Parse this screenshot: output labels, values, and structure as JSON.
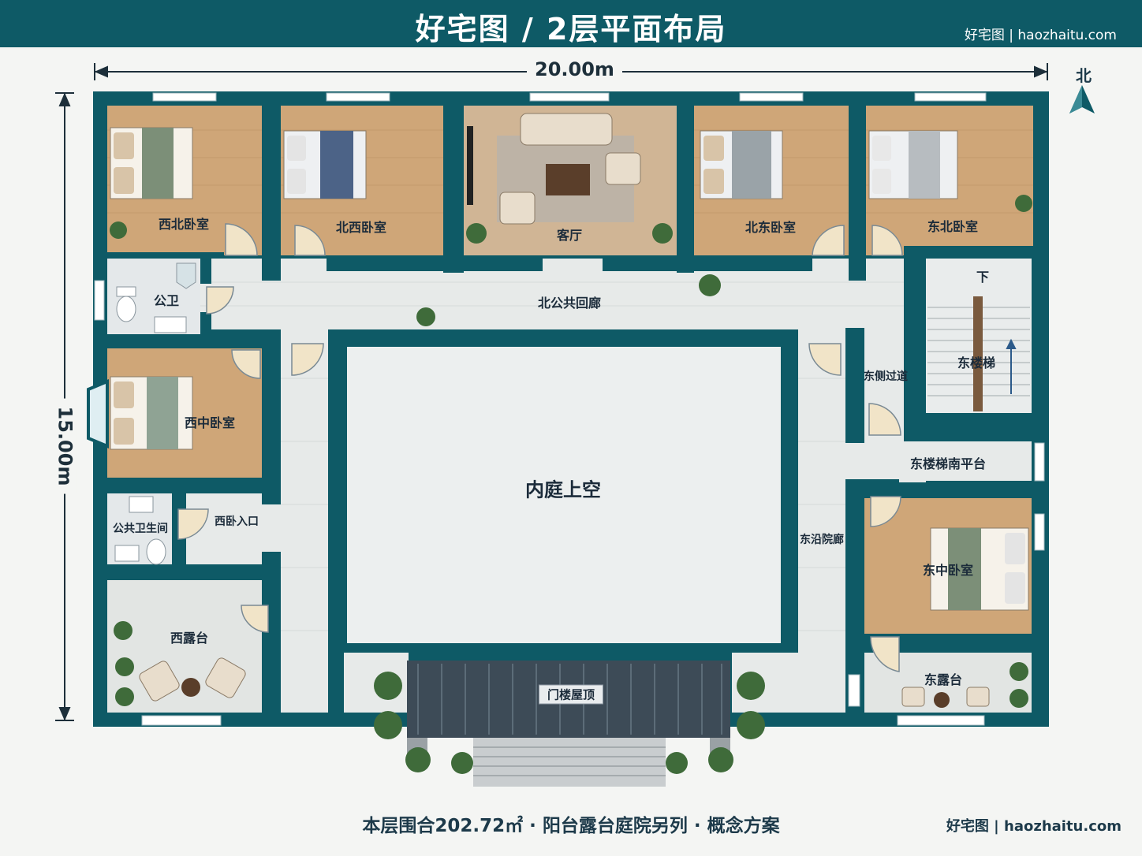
{
  "header": {
    "title": "好宅图 / 2层平面布局",
    "brand": "好宅图 | haozhaitu.com"
  },
  "dimensions": {
    "width": "20.00m",
    "depth": "15.00m"
  },
  "compass": {
    "label": "北"
  },
  "rooms": {
    "nw_bedroom": "西北卧室",
    "n_west_bedroom": "北西卧室",
    "living": "客厅",
    "n_east_bedroom": "北东卧室",
    "ne_bedroom": "东北卧室",
    "public_wc": "公卫",
    "north_corridor": "北公共回廊",
    "stair_down": "下",
    "east_stair": "东楼梯",
    "east_passage": "东侧过道",
    "west_mid_bedroom": "西中卧室",
    "stair_south_platform": "东楼梯南平台",
    "courtyard_void": "内庭上空",
    "public_bathroom": "公共卫生间",
    "west_entry": "西卧入口",
    "east_corridor": "东沿院廊",
    "east_mid_bedroom": "东中卧室",
    "west_terrace": "西露台",
    "gate_roof": "门楼屋顶",
    "east_terrace": "东露台"
  },
  "footer": {
    "note": "本层围合202.72㎡ · 阳台露台庭院另列 · 概念方案",
    "brand": "好宅图 | haozhaitu.com"
  },
  "colors": {
    "wall": "#0e5a66",
    "floor_wood": "#cfa678",
    "floor_tile": "#e7eae9",
    "void": "#ecefef",
    "accent": "#0e5a66"
  }
}
